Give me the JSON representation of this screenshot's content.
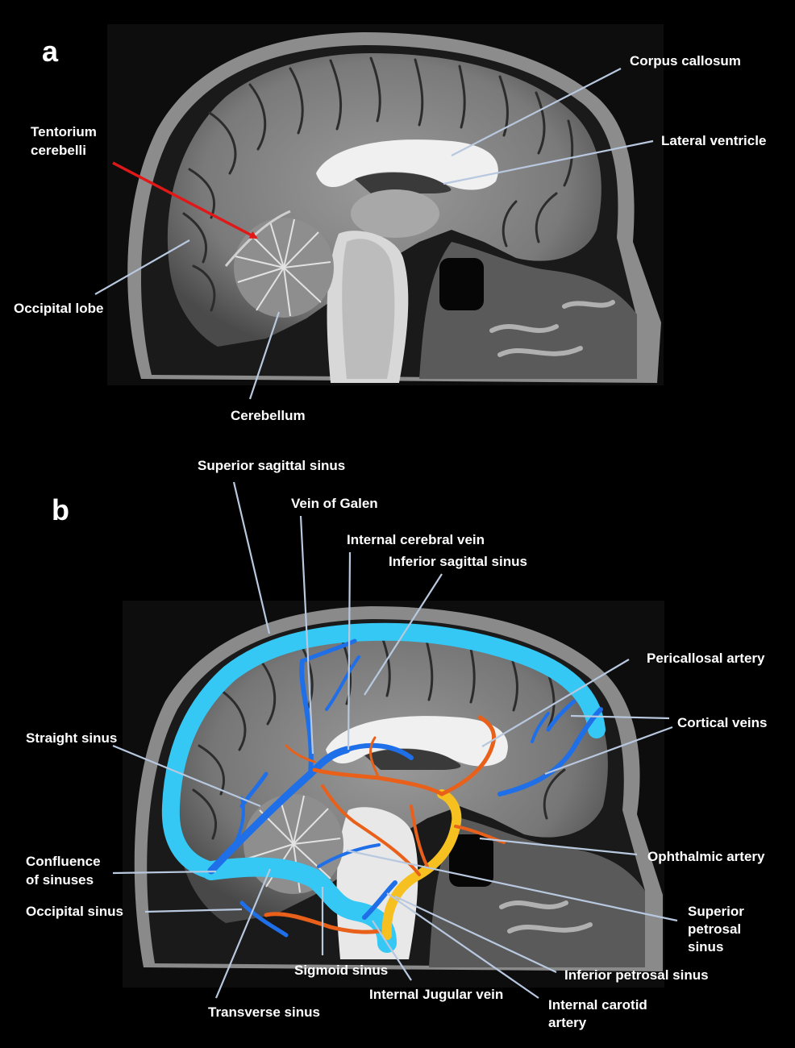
{
  "panels": [
    {
      "letter": "a",
      "labels": {
        "corpus_callosum": "Corpus callosum",
        "lateral_ventricle": "Lateral ventricle",
        "tentorium_1": "Tentorium",
        "tentorium_2": "cerebelli",
        "occipital_lobe": "Occipital lobe",
        "cerebellum": "Cerebellum"
      }
    },
    {
      "letter": "b",
      "labels": {
        "superior_sagittal_sinus": "Superior sagittal sinus",
        "vein_of_galen": "Vein of Galen",
        "internal_cerebral_vein": "Internal cerebral vein",
        "inferior_sagittal_sinus": "Inferior sagittal sinus",
        "pericallosal_artery": "Pericallosal artery",
        "cortical_veins": "Cortical veins",
        "straight_sinus": "Straight sinus",
        "confluence_1": "Confluence",
        "confluence_2": "of sinuses",
        "occipital_sinus": "Occipital sinus",
        "ophthalmic_artery": "Ophthalmic artery",
        "superior_petrosal_1": "Superior",
        "superior_petrosal_2": "petrosal",
        "superior_petrosal_3": "sinus",
        "sigmoid_sinus": "Sigmoid sinus",
        "internal_jugular_vein": "Internal Jugular vein",
        "inferior_petrosal_sinus": "Inferior petrosal sinus",
        "internal_carotid_1": "Internal carotid",
        "internal_carotid_2": "artery",
        "transverse_sinus": "Transverse sinus"
      }
    }
  ],
  "colors": {
    "background": "#000000",
    "label_text": "#ffffff",
    "leader_line": "#b8c8df",
    "arrow": "#e01818",
    "vein_blue": "#1e6fe8",
    "sinus_cyan": "#35c8f5",
    "artery_orange": "#e8601a",
    "artery_yellow": "#f5c020"
  },
  "icons": [
    "red-arrow-icon"
  ]
}
